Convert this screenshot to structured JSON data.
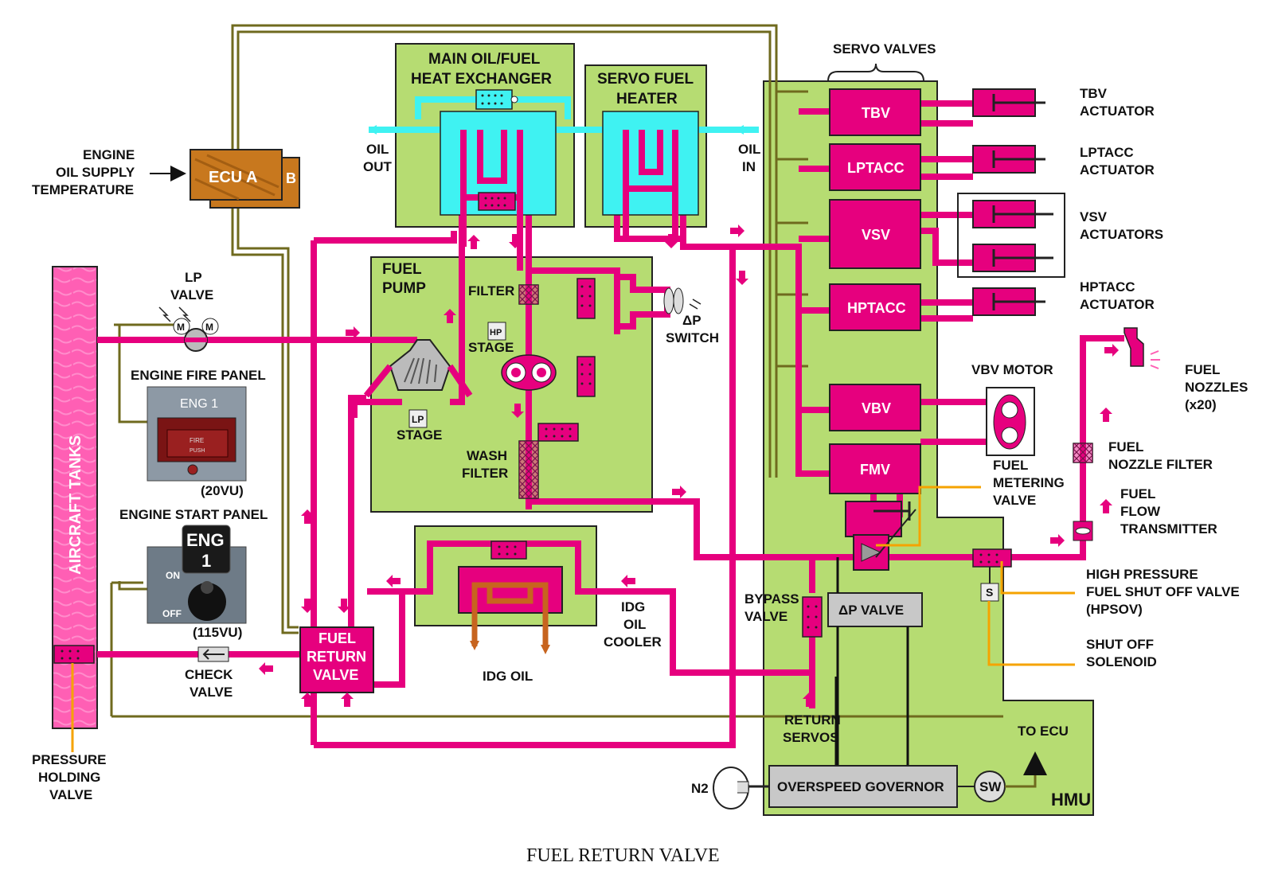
{
  "caption": "FUEL RETURN VALVE",
  "colors": {
    "fuel": "#e6007e",
    "oil": "#3ff2f2",
    "green_box": "#b6dc72",
    "olive_wire": "#6f6a1e",
    "orange_wire": "#f5a300",
    "idg_oil": "#c7641f",
    "grey_box": "#c8c8c8"
  },
  "labels": {
    "engine_oil_supply": [
      "ENGINE",
      "OIL SUPPLY",
      "TEMPERATURE"
    ],
    "ecu_a": "ECU A",
    "ecu_b": "B",
    "main_hx": [
      "MAIN OIL/FUEL",
      "HEAT EXCHANGER"
    ],
    "servo_heater": [
      "SERVO FUEL",
      "HEATER"
    ],
    "oil_out": [
      "OIL",
      "OUT"
    ],
    "oil_in": [
      "OIL",
      "IN"
    ],
    "servo_valves": "SERVO VALVES",
    "tbv": "TBV",
    "lptacc": "LPTACC",
    "vsv": "VSV",
    "hptacc": "HPTACC",
    "vbv": "VBV",
    "fmv": "FMV",
    "tbv_act": [
      "TBV",
      "ACTUATOR"
    ],
    "lptacc_act": [
      "LPTACC",
      "ACTUATOR"
    ],
    "vsv_act": [
      "VSV",
      "ACTUATORS"
    ],
    "hptacc_act": [
      "HPTACC",
      "ACTUATOR"
    ],
    "vbv_motor": "VBV MOTOR",
    "fuel_nozzles": [
      "FUEL",
      "NOZZLES",
      "(x20)"
    ],
    "fuel_nozzle_filter": [
      "FUEL",
      "NOZZLE FILTER"
    ],
    "fuel_flow_tx": [
      "FUEL",
      "FLOW",
      "TRANSMITTER"
    ],
    "fuel_metering_valve": [
      "FUEL",
      "METERING",
      "VALVE"
    ],
    "hpsov": [
      "HIGH PRESSURE",
      "FUEL SHUT OFF VALVE",
      "(HPSOV)"
    ],
    "shut_off_solenoid": [
      "SHUT OFF",
      "SOLENOID"
    ],
    "s_box": "S",
    "dp_valve": "ΔP VALVE",
    "bypass_valve": [
      "BYPASS",
      "VALVE"
    ],
    "return_servos": [
      "RETURN",
      "SERVOS"
    ],
    "overspeed_governor": "OVERSPEED GOVERNOR",
    "sw": "SW",
    "to_ecu": "TO ECU",
    "hmu": "HMU",
    "n2": "N2",
    "fuel_pump": [
      "FUEL",
      "PUMP"
    ],
    "filter": "FILTER",
    "hp_box": "HP",
    "hp_stage": "STAGE",
    "lp_box": "LP",
    "lp_stage": "STAGE",
    "wash_filter": [
      "WASH",
      "FILTER"
    ],
    "dp_switch": [
      "ΔP",
      "SWITCH"
    ],
    "lp_valve": [
      "LP",
      "VALVE"
    ],
    "aircraft_tanks": "AIRCRAFT TANKS",
    "engine_fire_panel": "ENGINE FIRE PANEL",
    "eng1_fire": "ENG 1",
    "fire": "FIRE",
    "push": "PUSH",
    "vu20": "(20VU)",
    "engine_start_panel": "ENGINE START PANEL",
    "eng_start": [
      "ENG",
      "1"
    ],
    "on": "ON",
    "off": "OFF",
    "vu115": "(115VU)",
    "fuel_return_valve": [
      "FUEL",
      "RETURN",
      "VALVE"
    ],
    "check_valve": [
      "CHECK",
      "VALVE"
    ],
    "idg_oil_cooler": [
      "IDG",
      "OIL",
      "COOLER"
    ],
    "idg_oil": "IDG OIL",
    "pressure_holding_valve": [
      "PRESSURE",
      "HOLDING",
      "VALVE"
    ],
    "m": "M"
  }
}
